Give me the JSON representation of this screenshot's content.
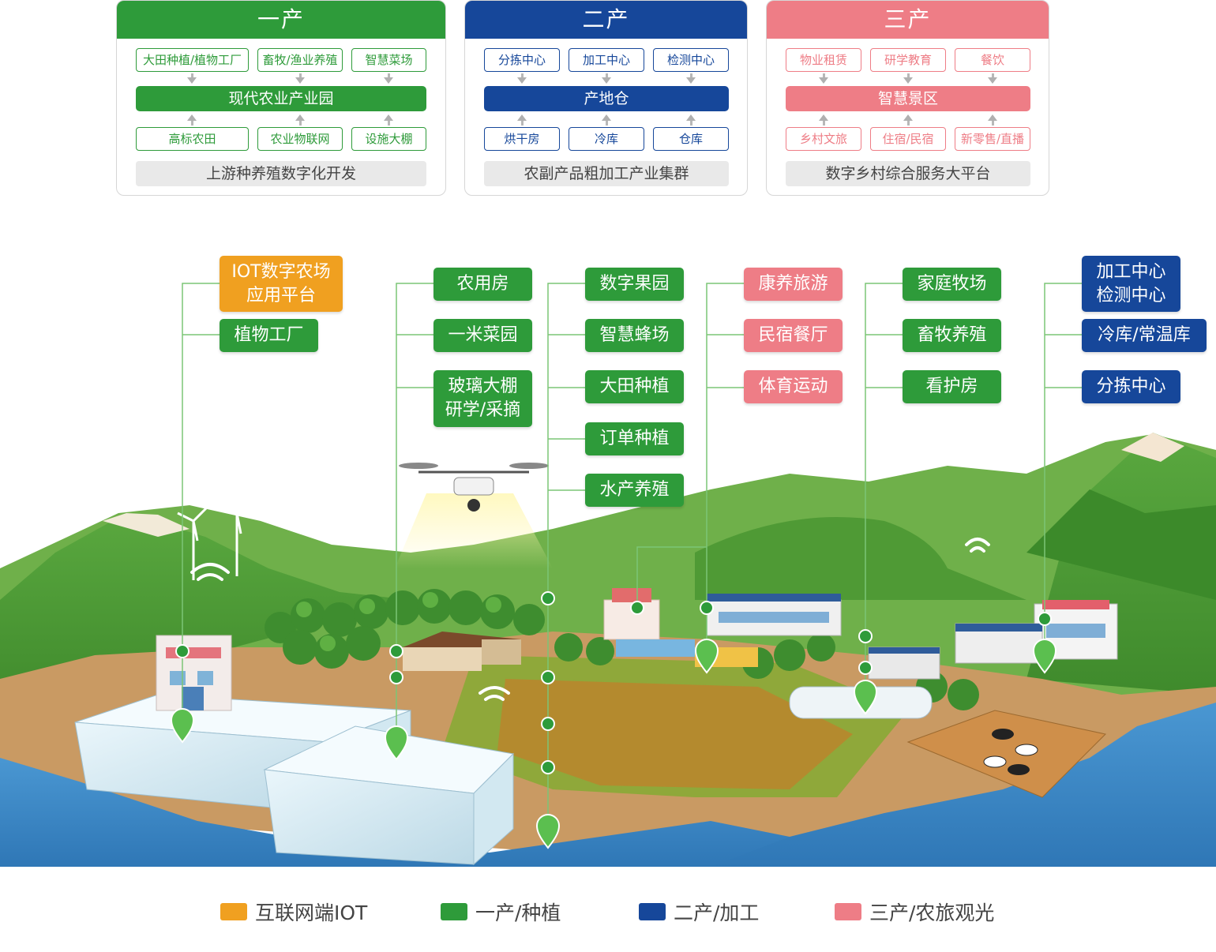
{
  "panels": [
    {
      "key": "primary",
      "title": "一产",
      "color": "#2e9b3a",
      "top_items": [
        "大田种植/植物工厂",
        "畜牧/渔业养殖",
        "智慧菜场"
      ],
      "center": "现代农业产业园",
      "bottom_items": [
        "高标农田",
        "农业物联网",
        "设施大棚"
      ],
      "footer": "上游种养殖数字化开发"
    },
    {
      "key": "secondary",
      "title": "二产",
      "color": "#16479a",
      "top_items": [
        "分拣中心",
        "加工中心",
        "检测中心"
      ],
      "center": "产地仓",
      "bottom_items": [
        "烘干房",
        "冷库",
        "仓库"
      ],
      "footer": "农副产品粗加工产业集群"
    },
    {
      "key": "tertiary",
      "title": "三产",
      "color": "#ee7d86",
      "top_items": [
        "物业租赁",
        "研学教育",
        "餐饮"
      ],
      "center": "智慧景区",
      "bottom_items": [
        "乡村文旅",
        "住宿/民宿",
        "新零售/直播"
      ],
      "footer": "数字乡村综合服务大平台"
    }
  ],
  "scene_labels": {
    "col1": [
      {
        "text": "IOT数字农场\n应用平台",
        "category": "iot"
      },
      {
        "text": "植物工厂",
        "category": "primary"
      }
    ],
    "col2": [
      {
        "text": "农用房",
        "category": "primary"
      },
      {
        "text": "一米菜园",
        "category": "primary"
      },
      {
        "text": "玻璃大棚\n研学/采摘",
        "category": "primary"
      }
    ],
    "col3": [
      {
        "text": "数字果园",
        "category": "primary"
      },
      {
        "text": "智慧蜂场",
        "category": "primary"
      },
      {
        "text": "大田种植",
        "category": "primary"
      },
      {
        "text": "订单种植",
        "category": "primary"
      },
      {
        "text": "水产养殖",
        "category": "primary"
      }
    ],
    "col4": [
      {
        "text": "康养旅游",
        "category": "tertiary"
      },
      {
        "text": "民宿餐厅",
        "category": "tertiary"
      },
      {
        "text": "体育运动",
        "category": "tertiary"
      }
    ],
    "col5": [
      {
        "text": "家庭牧场",
        "category": "primary"
      },
      {
        "text": "畜牧养殖",
        "category": "primary"
      },
      {
        "text": "看护房",
        "category": "primary"
      }
    ],
    "col6": [
      {
        "text": "加工中心\n检测中心",
        "category": "secondary"
      },
      {
        "text": "冷库/常温库",
        "category": "secondary"
      },
      {
        "text": "分拣中心",
        "category": "secondary"
      }
    ]
  },
  "legend": [
    {
      "label": "互联网端IOT",
      "color": "#f0a020"
    },
    {
      "label": "一产/种植",
      "color": "#2e9b3a"
    },
    {
      "label": "二产/加工",
      "color": "#16479a"
    },
    {
      "label": "三产/农旅观光",
      "color": "#ee7d86"
    }
  ],
  "colors": {
    "primary": "#2e9b3a",
    "secondary": "#16479a",
    "tertiary": "#ee7d86",
    "iot": "#f0a020",
    "connector_line": "#7cc576",
    "water": "#3b86c4"
  }
}
